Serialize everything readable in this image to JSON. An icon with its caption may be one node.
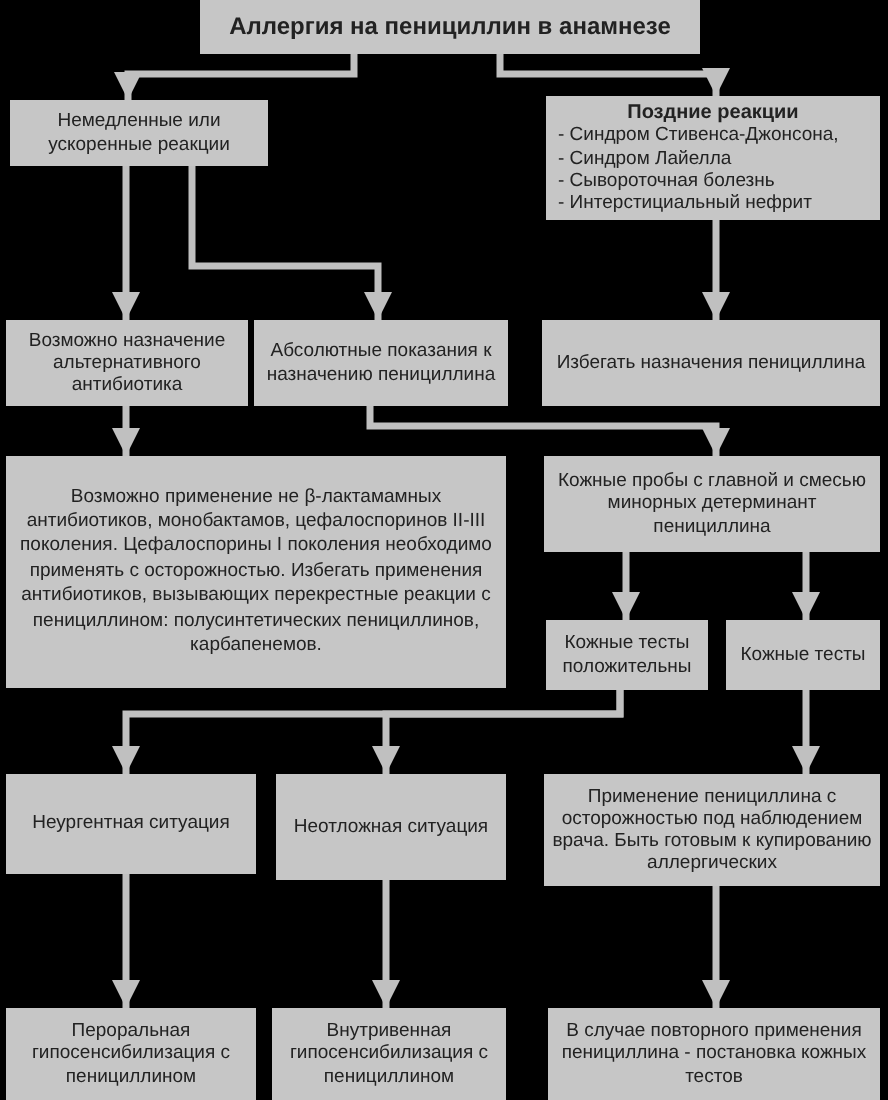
{
  "diagram": {
    "nodes": [
      {
        "text": [
          "Аллергия на пенициллин в анамнезе"
        ]
      },
      {
        "text": [
          "Немедленные или ускоренные реакции"
        ]
      },
      {
        "text": [
          "Поздние реакции",
          "- Синдром Стивенса-Джонсона,",
          "- Синдром Лайелла",
          "- Сывороточная болезнь",
          "- Интерстициальный нефрит"
        ]
      },
      {
        "text": [
          "Возможно назначение альтернативного антибиотика"
        ]
      },
      {
        "text": [
          "Абсолютные показания к назначению пенициллина"
        ]
      },
      {
        "text": [
          "Избегать назначения пенициллина"
        ]
      },
      {
        "text": [
          "Возможно применение не β-лактамамных антибиотиков, монобактамов, цефалоспоринов II-III поколения. Цефалоспорины I поколения необходимо применять с осторожностью. Избегать применения антибиотиков, вызывающих перекрестные реакции с пенициллином: полусинтетических пенициллинов, карбапенемов."
        ]
      },
      {
        "text": [
          "Кожные пробы с главной и смесью минорных детерминант пенициллина"
        ]
      },
      {
        "text": [
          "Кожные тесты положительны"
        ]
      },
      {
        "text": [
          "Кожные тесты"
        ]
      },
      {
        "text": [
          "Неургентная ситуация"
        ]
      },
      {
        "text": [
          "Неотложная ситуация"
        ]
      },
      {
        "text": [
          "Применение пенициллина с осторожностью под наблюдением врача. Быть готовым к купированию аллергических"
        ]
      },
      {
        "text": [
          "Пероральная гипосенсибилизация с пенициллином"
        ]
      },
      {
        "text": [
          "Внутривенная гипосенсибилизация с пенициллином"
        ]
      },
      {
        "text": [
          "В случае повторного применения пенициллина - постановка кожных тестов"
        ]
      }
    ],
    "edges": [
      {
        "from": 0,
        "to": 1,
        "arrow": "to"
      },
      {
        "from": 0,
        "to": 2,
        "arrow": "to"
      },
      {
        "from": 1,
        "to": 3,
        "arrow": "to"
      },
      {
        "from": 1,
        "to": 4,
        "arrow": "to"
      },
      {
        "from": 2,
        "to": 5,
        "arrow": "to"
      },
      {
        "from": 3,
        "to": 6,
        "arrow": "to"
      },
      {
        "from": 4,
        "to": 7,
        "arrow": "to"
      },
      {
        "from": 7,
        "to": 8,
        "arrow": "to"
      },
      {
        "from": 7,
        "to": 9,
        "arrow": "to"
      },
      {
        "from": 8,
        "to": 10,
        "arrow": "to"
      },
      {
        "from": 8,
        "to": 11,
        "arrow": "to"
      },
      {
        "from": 9,
        "to": 12,
        "arrow": "to"
      },
      {
        "from": 10,
        "to": 13,
        "arrow": "to"
      },
      {
        "from": 11,
        "to": 14,
        "arrow": "to"
      },
      {
        "from": 12,
        "to": 15,
        "arrow": "to"
      }
    ]
  }
}
